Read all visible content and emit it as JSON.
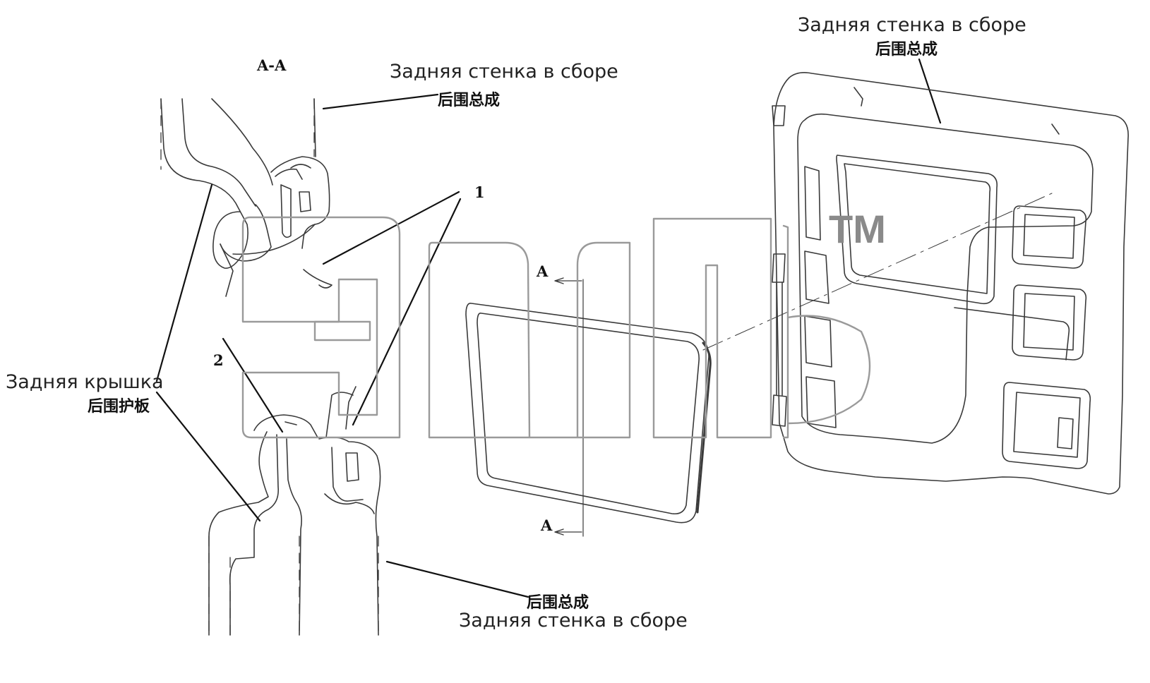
{
  "section_mark": "A-A",
  "labels": {
    "rear_wall_top_ru": "Задняя стенка в сборе",
    "rear_wall_top_cn": "后围总成",
    "rear_wall_mid_ru": "Задняя стенка в сборе",
    "rear_wall_mid_cn": "后围总成",
    "rear_wall_bottom_cn": "后围总成",
    "rear_wall_bottom_ru": "Задняя стенка в сборе",
    "rear_cover_ru": "Задняя крышка",
    "rear_cover_cn": "后围护板"
  },
  "callouts": {
    "item_1": "1",
    "item_2": "2"
  },
  "section_arrows": {
    "top": "A",
    "bottom": "A"
  },
  "watermark": {
    "trademark": "TM"
  },
  "colors": {
    "line": "#3a3a3a",
    "watermark": "#8a8a8a",
    "background": "#ffffff"
  }
}
